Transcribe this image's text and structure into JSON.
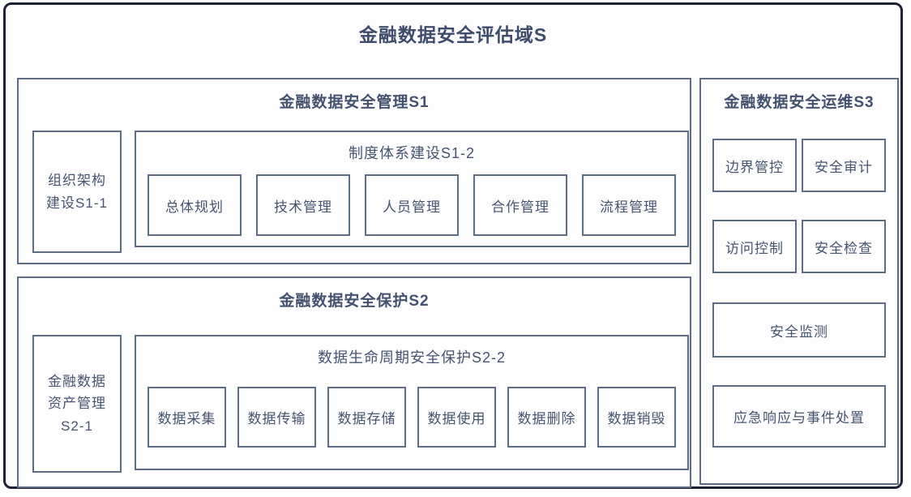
{
  "title": "金融数据安全评估域S",
  "colors": {
    "outer_border": "#1d2335",
    "box_border": "#5d6b85",
    "text": "#47546f"
  },
  "s1": {
    "title": "金融数据安全管理S1",
    "org": {
      "line1": "组织架构",
      "line2": "建设S1-1"
    },
    "institution": {
      "title": "制度体系建设S1-2",
      "items": [
        "总体规划",
        "技术管理",
        "人员管理",
        "合作管理",
        "流程管理"
      ]
    }
  },
  "s2": {
    "title": "金融数据安全保护S2",
    "asset": {
      "line1": "金融数据",
      "line2": "资产管理",
      "line3": "S2-1"
    },
    "lifecycle": {
      "title": "数据生命周期安全保护S2-2",
      "items": [
        "数据采集",
        "数据传输",
        "数据存储",
        "数据使用",
        "数据删除",
        "数据销毁"
      ]
    }
  },
  "s3": {
    "title": "金融数据安全运维S3",
    "grid_items": [
      "边界管控",
      "安全审计",
      "访问控制",
      "安全检查"
    ],
    "monitor": "安全监测",
    "emergency": "应急响应与事件处置"
  }
}
